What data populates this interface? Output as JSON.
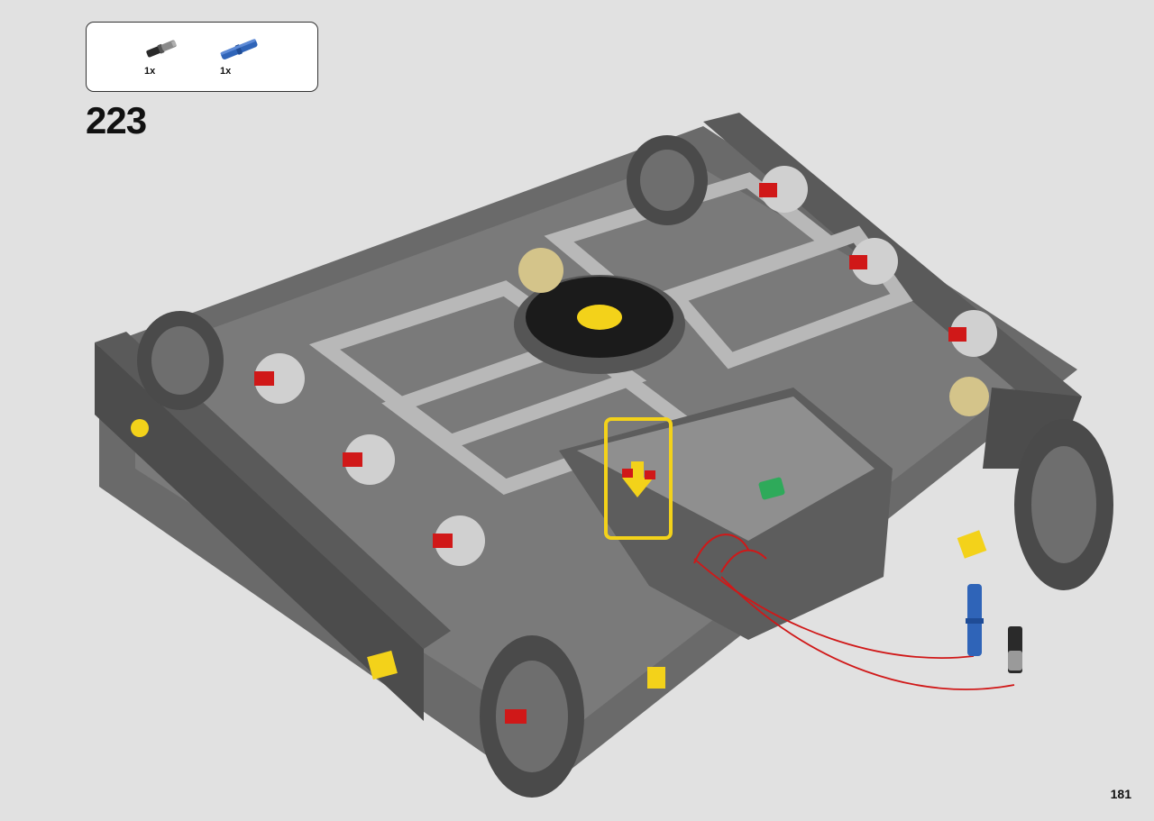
{
  "parts_list": {
    "items": [
      {
        "name": "black-axle-pin-icon",
        "quantity": "1x",
        "color": "#3a3a3a"
      },
      {
        "name": "blue-long-pin-icon",
        "quantity": "1x",
        "color": "#2f64b8"
      }
    ]
  },
  "step": {
    "number": "223"
  },
  "page": {
    "number": "181"
  },
  "colors": {
    "background": "#e1e1e1",
    "dark_gray": "#5b5b5b",
    "light_gray": "#a9a9a9",
    "red": "#d01818",
    "yellow": "#f3d21a",
    "blue": "#2f64b8",
    "tan": "#d4c48a",
    "green": "#2eaa5a"
  }
}
